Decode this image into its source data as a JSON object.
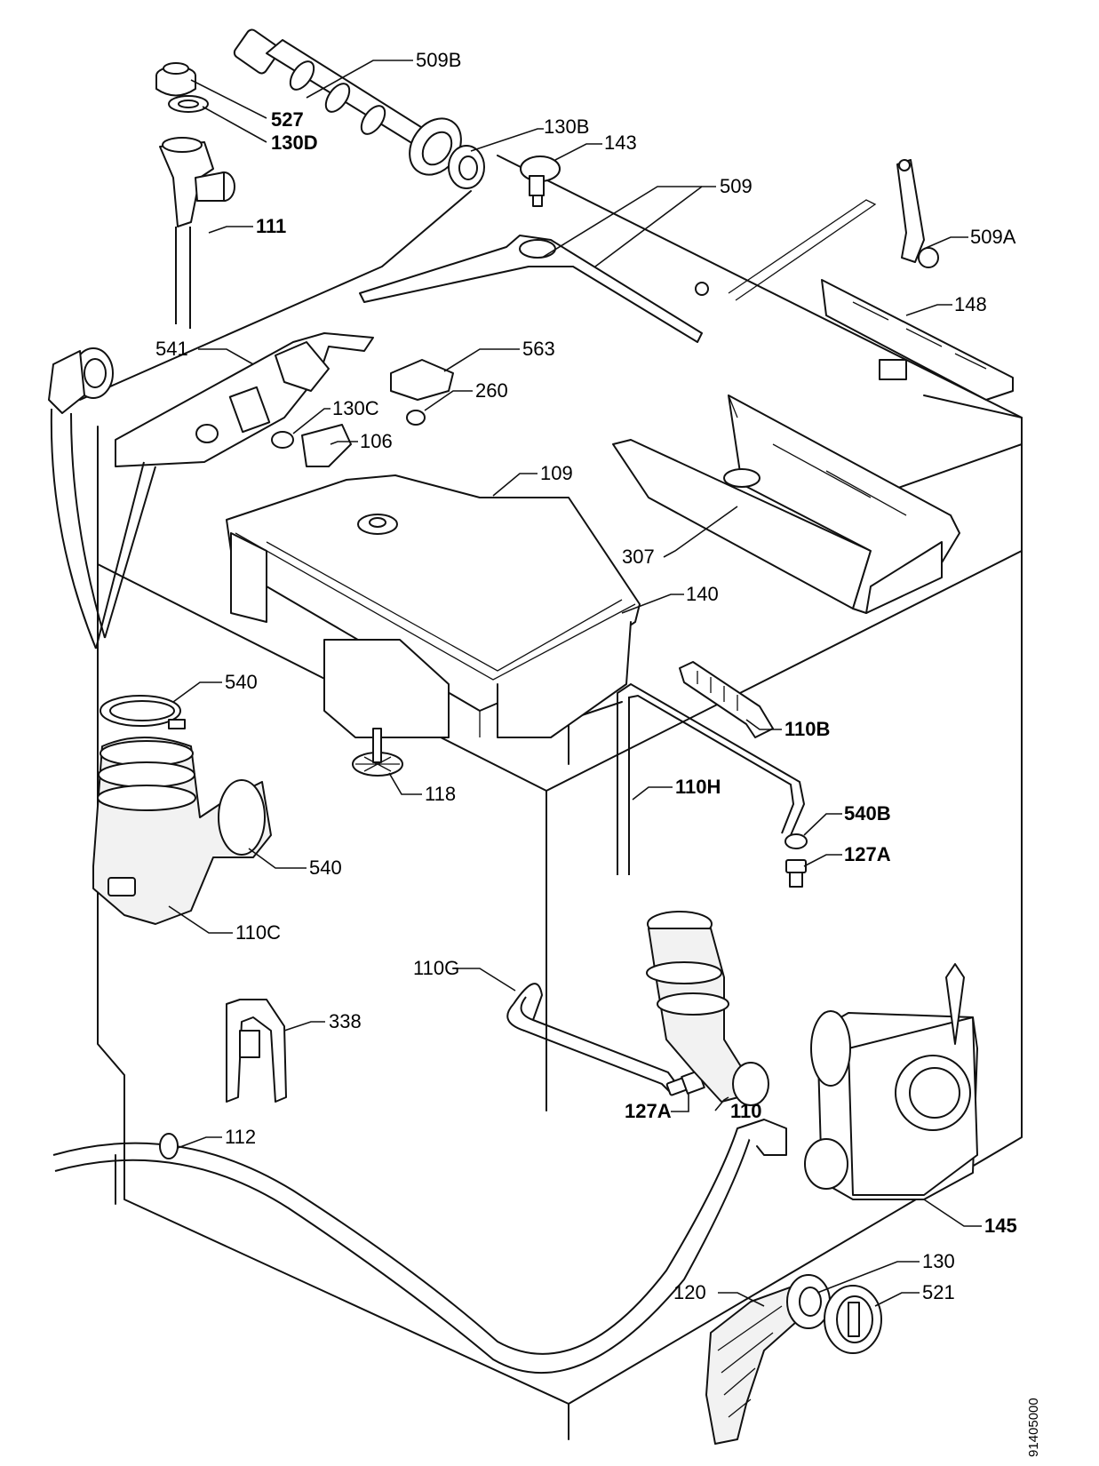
{
  "labels": {
    "p509b": "509B",
    "p527": "527",
    "p130d": "130D",
    "p130b": "130B",
    "p143": "143",
    "p111": "111",
    "p509": "509",
    "p509a": "509A",
    "p148": "148",
    "p541": "541",
    "p563": "563",
    "p260": "260",
    "p130c": "130C",
    "p106": "106",
    "p109": "109",
    "p307": "307",
    "p140": "140",
    "p540_top": "540",
    "p110b": "110B",
    "p118": "118",
    "p110h": "110H",
    "p540b": "540B",
    "p540_side": "540",
    "p127a_right": "127A",
    "p110c": "110C",
    "p110g": "110G",
    "p338": "338",
    "p127a_bottom": "127A",
    "p110": "110",
    "p112": "112",
    "p145": "145",
    "p130": "130",
    "p120": "120",
    "p521": "521"
  },
  "document_number": "91405000"
}
